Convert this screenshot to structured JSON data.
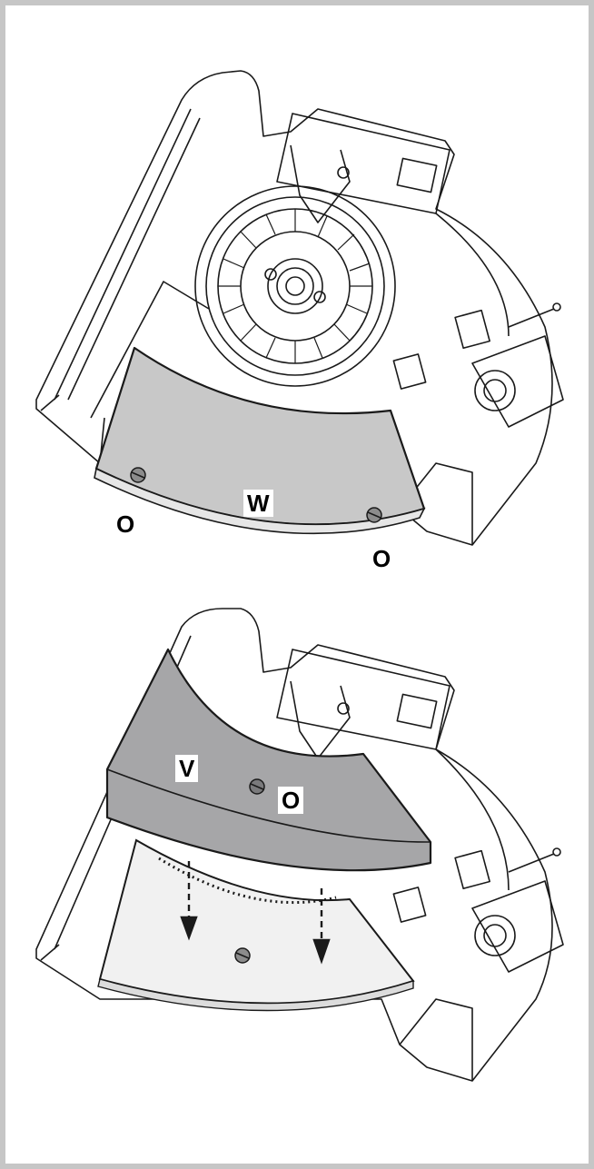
{
  "figures": [
    {
      "id": "top",
      "labels": {
        "panel": "W",
        "screw_left": "O",
        "screw_right": "O"
      }
    },
    {
      "id": "bottom",
      "labels": {
        "panel": "V",
        "screw": "O"
      }
    }
  ],
  "colors": {
    "border": "#c6c6c6",
    "panel_light": "#c8c8c8",
    "panel_dark": "#a6a6a8",
    "line": "#1a1a1a"
  }
}
